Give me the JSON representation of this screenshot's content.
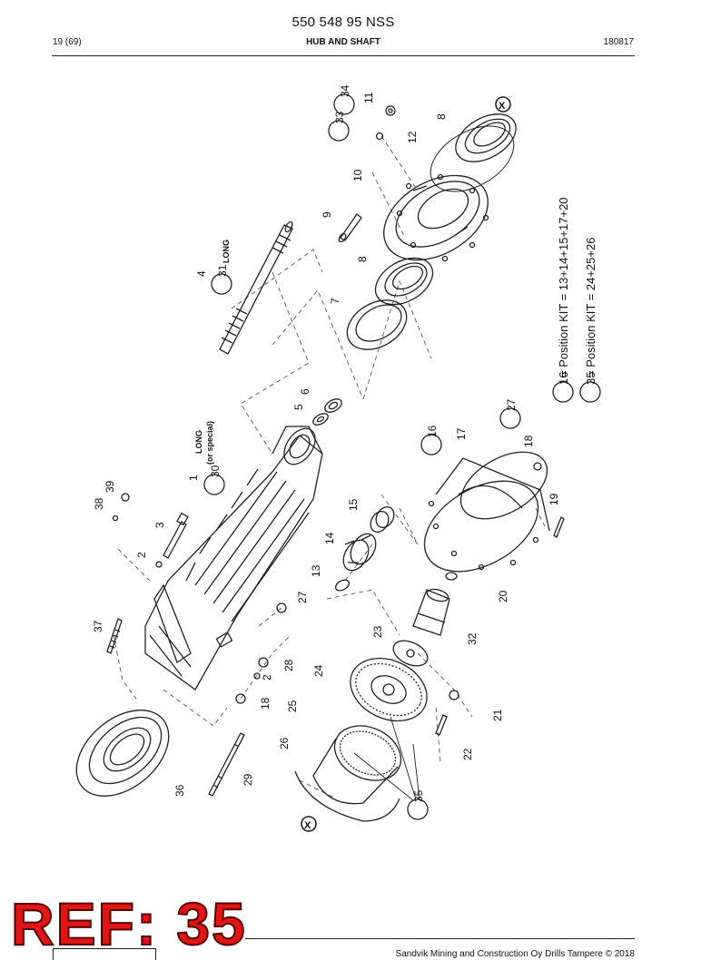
{
  "header": {
    "doc_number": "550 548 95 NSS",
    "page": "19 (69)",
    "section": "HUB AND SHAFT",
    "date": "180817"
  },
  "callouts": {
    "n1": "1",
    "n2a": "2",
    "n2b": "2",
    "n3": "3",
    "n4": "4",
    "n5": "5",
    "n6": "6",
    "n7": "7",
    "n8a": "8",
    "n8b": "8",
    "n9": "9",
    "n10": "10",
    "n11": "11",
    "n12": "12",
    "n13": "13",
    "n14": "14",
    "n15": "15",
    "n16": "16",
    "n16k": "16",
    "n17": "17",
    "n18a": "18",
    "n18b": "18",
    "n19": "19",
    "n20": "20",
    "n21": "21",
    "n22": "22",
    "n23": "23",
    "n24": "24",
    "n25": "25",
    "n26": "26",
    "n27a": "27",
    "n27b": "27",
    "n28": "28",
    "n29": "29",
    "n30": "30",
    "n31": "31",
    "n32": "32",
    "n33": "33",
    "n34": "34",
    "n35": "35",
    "n35k": "35",
    "n36": "36",
    "n37": "37",
    "n38": "38",
    "n39": "39"
  },
  "labels": {
    "long_shaft": "LONG",
    "long_hub": "LONG",
    "or_special": "(or special)",
    "kit_16": "= Position KIT = 13+14+15+17+20",
    "kit_35": "= Position KIT = 24+25+26",
    "x_mark": "X"
  },
  "stamp": {
    "text": "REF: 35",
    "color": "#e01515"
  },
  "footer": {
    "copyright": "Sandvik Mining and Construction Oy Drills Tampere © 2018"
  }
}
